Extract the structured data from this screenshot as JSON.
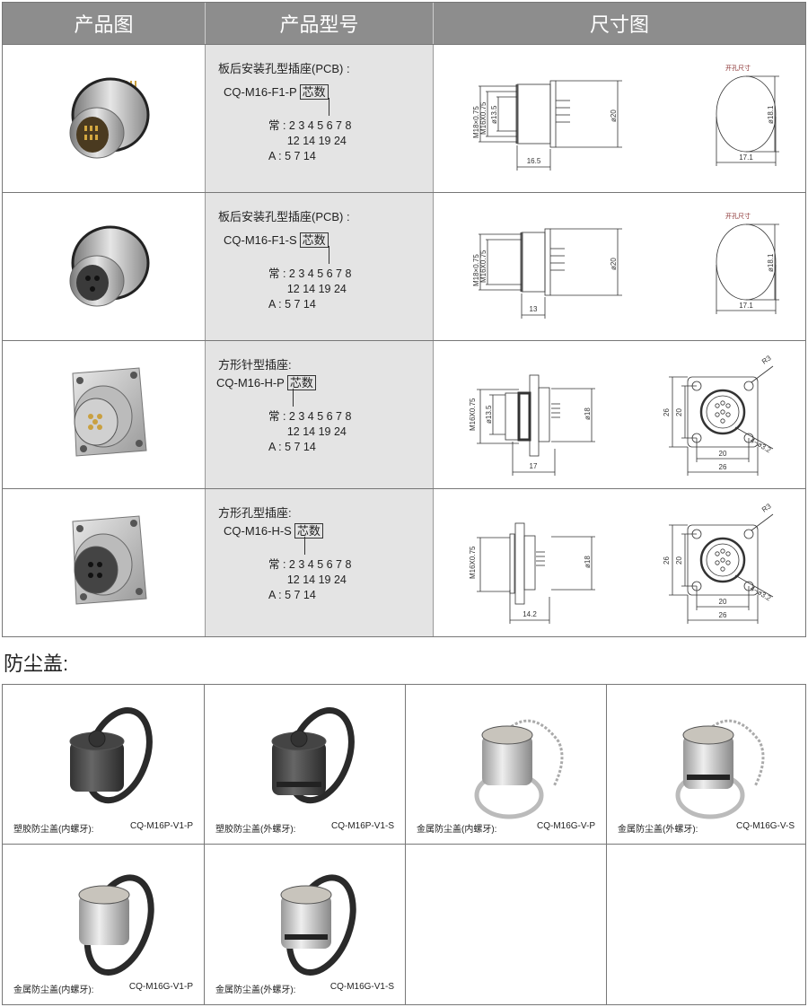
{
  "header": {
    "col1": "产品图",
    "col2": "产品型号",
    "col3": "尺寸图"
  },
  "rows": [
    {
      "type": "板后安装孔型插座(PCB) :",
      "model": "CQ-M16-F1-P",
      "box": "芯数",
      "cores": "常 : 2 3 4 5 6 7 8\n      12 14 19 24\nA : 5 7 14",
      "dims": {
        "d1": "M18×0.75",
        "d2": "M16X0.75",
        "d3": "ø13.5",
        "d4": "ø20",
        "len": "16.5",
        "hole_label": "开孔尺寸",
        "hd": "ø18.1",
        "hw": "17.1"
      }
    },
    {
      "type": "板后安装孔型插座(PCB) :",
      "model": "CQ-M16-F1-S",
      "box": "芯数",
      "cores": "常 : 2 3 4 5 6 7 8\n      12 14 19 24\nA : 5 7 14",
      "dims": {
        "d1": "M18×0.75",
        "d2": "M16X0.75",
        "d4": "ø20",
        "len": "13",
        "hole_label": "开孔尺寸",
        "hd": "ø18.1",
        "hw": "17.1"
      }
    },
    {
      "type": "方形针型插座:",
      "model": "CQ-M16-H-P",
      "box": "芯数",
      "cores": "常 : 2 3 4 5 6 7 8\n      12 14 19 24\nA : 5 7 14",
      "dims": {
        "d2": "M16X0.75",
        "d3": "ø13.5",
        "d4": "ø18",
        "len": "17",
        "h26": "26",
        "h20": "20",
        "w20": "20",
        "w26": "26",
        "r": "R3",
        "holes": "4−ø3.2"
      }
    },
    {
      "type": "方形孔型插座:",
      "model": "CQ-M16-H-S",
      "box": "芯数",
      "cores": "常 : 2 3 4 5 6 7 8\n      12 14 19 24\nA : 5 7 14",
      "dims": {
        "d2": "M16X0.75",
        "d4": "ø18",
        "len": "14.2",
        "h26": "26",
        "h20": "20",
        "w20": "20",
        "w26": "26",
        "r": "R3",
        "holes": "4−ø3.2"
      }
    }
  ],
  "dust_title": "防尘盖:",
  "dust_caps": [
    {
      "label": "塑胶防尘盖(内螺牙):",
      "model": "CQ-M16P-V1-P"
    },
    {
      "label": "塑胶防尘盖(外螺牙):",
      "model": "CQ-M16P-V1-S"
    },
    {
      "label": "金属防尘盖(内螺牙):",
      "model": "CQ-M16G-V-P"
    },
    {
      "label": "金属防尘盖(外螺牙):",
      "model": "CQ-M16G-V-S"
    },
    {
      "label": "金属防尘盖(内螺牙):",
      "model": "CQ-M16G-V1-P"
    },
    {
      "label": "金属防尘盖(外螺牙):",
      "model": "CQ-M16G-V1-S"
    }
  ]
}
